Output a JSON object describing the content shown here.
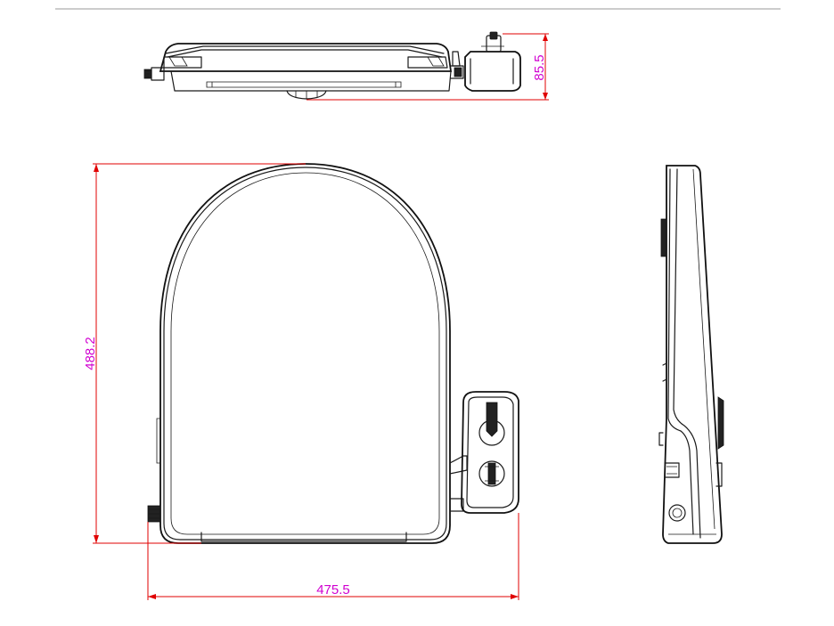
{
  "colors": {
    "dimension_line": "#e00000",
    "dimension_text": "#d000d0",
    "outline": "#1a1a1a"
  },
  "dimensions": {
    "height_top_view": "85.5",
    "overall_length": "488.2",
    "overall_width": "475.5"
  }
}
